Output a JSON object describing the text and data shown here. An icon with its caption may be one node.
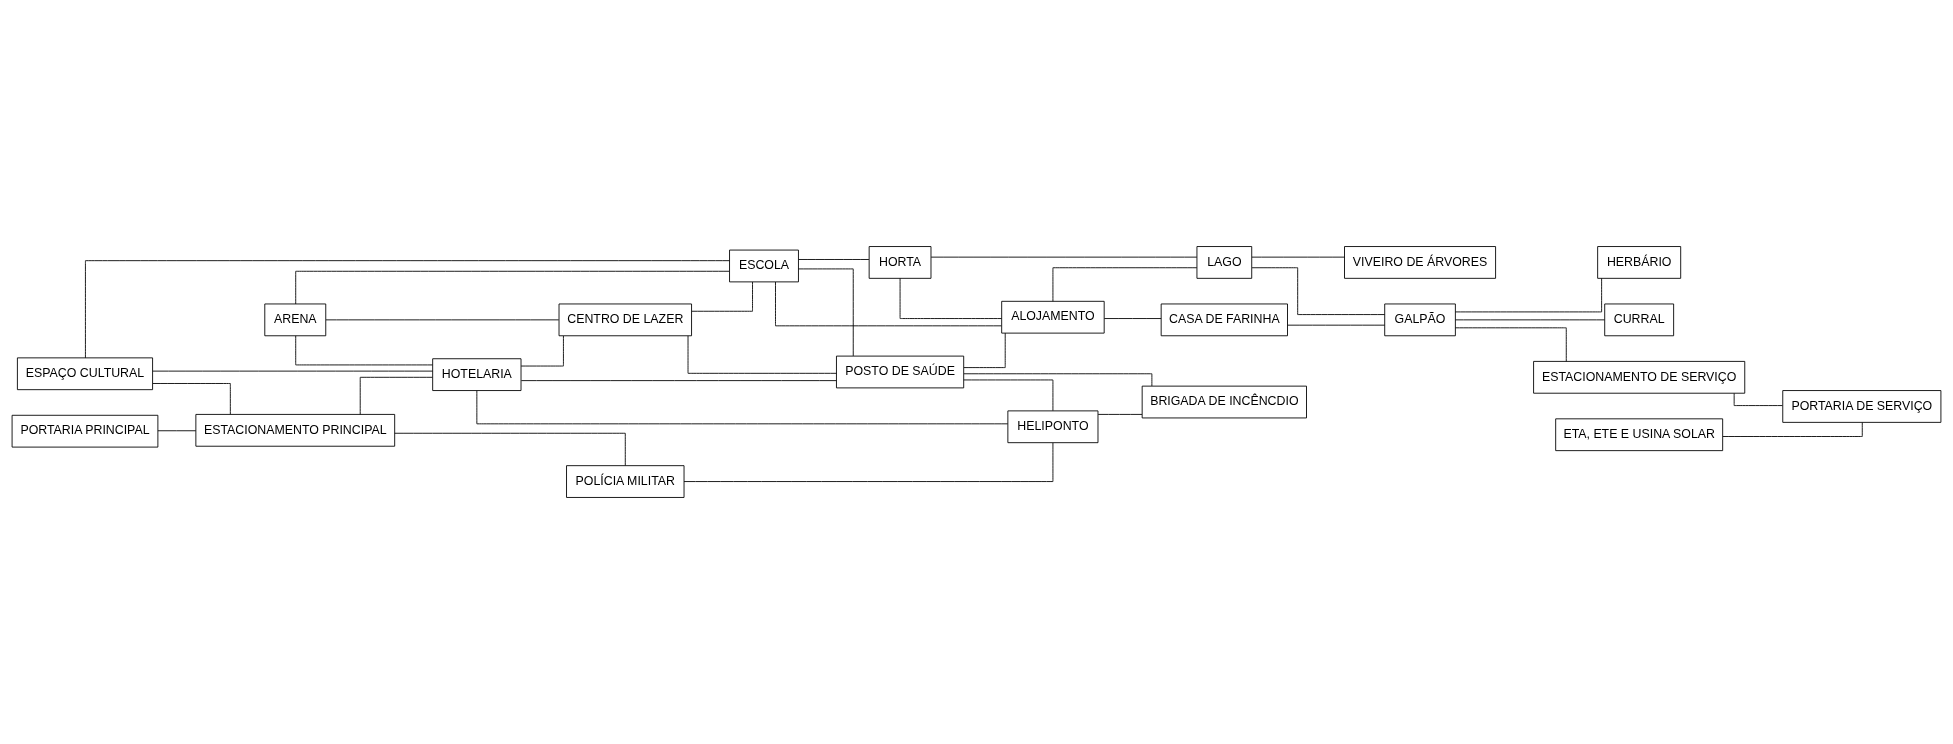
{
  "diagram": {
    "nodes": [
      {
        "text": [
          "ESPAÇO CULTURAL"
        ]
      },
      {
        "text": [
          "ARENA"
        ]
      },
      {
        "text": [
          "HORTA"
        ]
      },
      {
        "text": [
          "PORTARIA PRINCIPAL"
        ]
      },
      {
        "text": [
          "ESTACIONAMENTO PRINCIPAL"
        ]
      },
      {
        "text": [
          "HOTELARIA"
        ]
      },
      {
        "text": [
          "CENTRO DE LAZER"
        ]
      },
      {
        "text": [
          "ESCOLA"
        ]
      },
      {
        "text": [
          "ALOJAMENTO"
        ]
      },
      {
        "text": [
          "LAGO"
        ]
      },
      {
        "text": [
          "VIVEIRO DE ÁRVORES"
        ]
      },
      {
        "text": [
          "POLÍCIA MILITAR"
        ]
      },
      {
        "text": [
          "POSTO DE SAÚDE"
        ]
      },
      {
        "text": [
          "CASA DE FARINHA"
        ]
      },
      {
        "text": [
          "GALPÃO"
        ]
      },
      {
        "text": [
          "HERBÁRIO"
        ]
      },
      {
        "text": [
          "HELIPONTO"
        ]
      },
      {
        "text": [
          "BRIGADA DE INCÊNCDIO"
        ]
      },
      {
        "text": [
          "CURRAL"
        ]
      },
      {
        "text": [
          "ESTACIONAMENTO DE SERVIÇO"
        ]
      },
      {
        "text": [
          "ETA, ETE E USINA SOLAR"
        ]
      },
      {
        "text": [
          "PORTARIA DE SERVIÇO"
        ]
      }
    ],
    "edges": [
      {
        "from": 3,
        "to": 4,
        "arrow": "none"
      },
      {
        "from": 0,
        "to": 4,
        "arrow": "none"
      },
      {
        "from": 4,
        "to": 5,
        "arrow": "none"
      },
      {
        "from": 4,
        "to": 11,
        "arrow": "none"
      },
      {
        "from": 0,
        "to": 7,
        "arrow": "none"
      },
      {
        "from": 0,
        "to": 5,
        "arrow": "none"
      },
      {
        "from": 5,
        "to": 16,
        "arrow": "none"
      },
      {
        "from": 1,
        "to": 5,
        "arrow": "none"
      },
      {
        "from": 5,
        "to": 12,
        "arrow": "none"
      },
      {
        "from": 5,
        "to": 6,
        "arrow": "none"
      },
      {
        "from": 1,
        "to": 6,
        "arrow": "none"
      },
      {
        "from": 1,
        "to": 7,
        "arrow": "none"
      },
      {
        "from": 6,
        "to": 7,
        "arrow": "none"
      },
      {
        "from": 6,
        "to": 12,
        "arrow": "none"
      },
      {
        "from": 7,
        "to": 12,
        "arrow": "none"
      },
      {
        "from": 12,
        "to": 8,
        "arrow": "none"
      },
      {
        "from": 12,
        "to": 17,
        "arrow": "none"
      },
      {
        "from": 12,
        "to": 16,
        "arrow": "none"
      },
      {
        "from": 11,
        "to": 16,
        "arrow": "none"
      },
      {
        "from": 16,
        "to": 17,
        "arrow": "none"
      },
      {
        "from": 7,
        "to": 2,
        "arrow": "none"
      },
      {
        "from": 7,
        "to": 8,
        "arrow": "none"
      },
      {
        "from": 2,
        "to": 8,
        "arrow": "none"
      },
      {
        "from": 2,
        "to": 9,
        "arrow": "none"
      },
      {
        "from": 8,
        "to": 9,
        "arrow": "none"
      },
      {
        "from": 8,
        "to": 13,
        "arrow": "none"
      },
      {
        "from": 9,
        "to": 10,
        "arrow": "none"
      },
      {
        "from": 9,
        "to": 14,
        "arrow": "none"
      },
      {
        "from": 13,
        "to": 14,
        "arrow": "none"
      },
      {
        "from": 14,
        "to": 15,
        "arrow": "none"
      },
      {
        "from": 14,
        "to": 18,
        "arrow": "none"
      },
      {
        "from": 14,
        "to": 19,
        "arrow": "none"
      },
      {
        "from": 19,
        "to": 21,
        "arrow": "none"
      },
      {
        "from": 20,
        "to": 21,
        "arrow": "none"
      }
    ]
  }
}
